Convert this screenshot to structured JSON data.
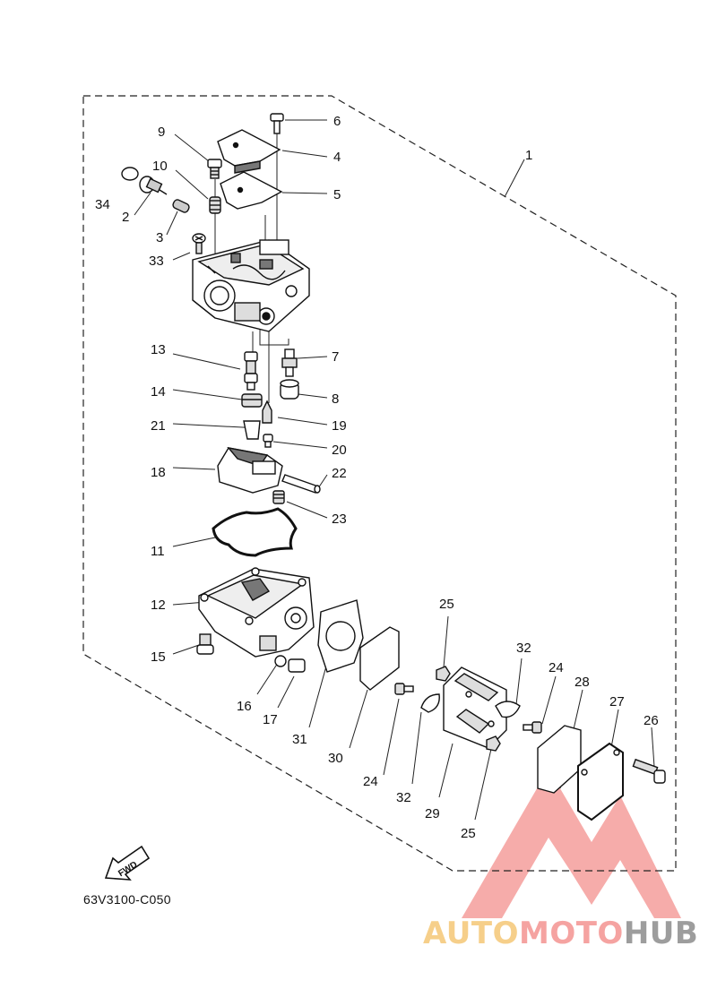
{
  "diagram": {
    "labels": [
      "1",
      "2",
      "3",
      "4",
      "5",
      "6",
      "7",
      "8",
      "9",
      "10",
      "11",
      "12",
      "13",
      "14",
      "15",
      "16",
      "17",
      "18",
      "19",
      "20",
      "21",
      "22",
      "23",
      "24",
      "25",
      "26",
      "27",
      "28",
      "29",
      "30",
      "31",
      "32",
      "33",
      "34",
      "25",
      "24",
      "32"
    ],
    "code": "63V3100-C050",
    "fwd_label": "FWD"
  },
  "watermark": {
    "part1": "AUTO",
    "part2": "MOTO",
    "part3": "HUB",
    "colors": {
      "auto": "#f6cf8a",
      "moto": "#f5a3a1",
      "hub": "#9d9d9d",
      "triangle": "#f5a3a1"
    }
  }
}
